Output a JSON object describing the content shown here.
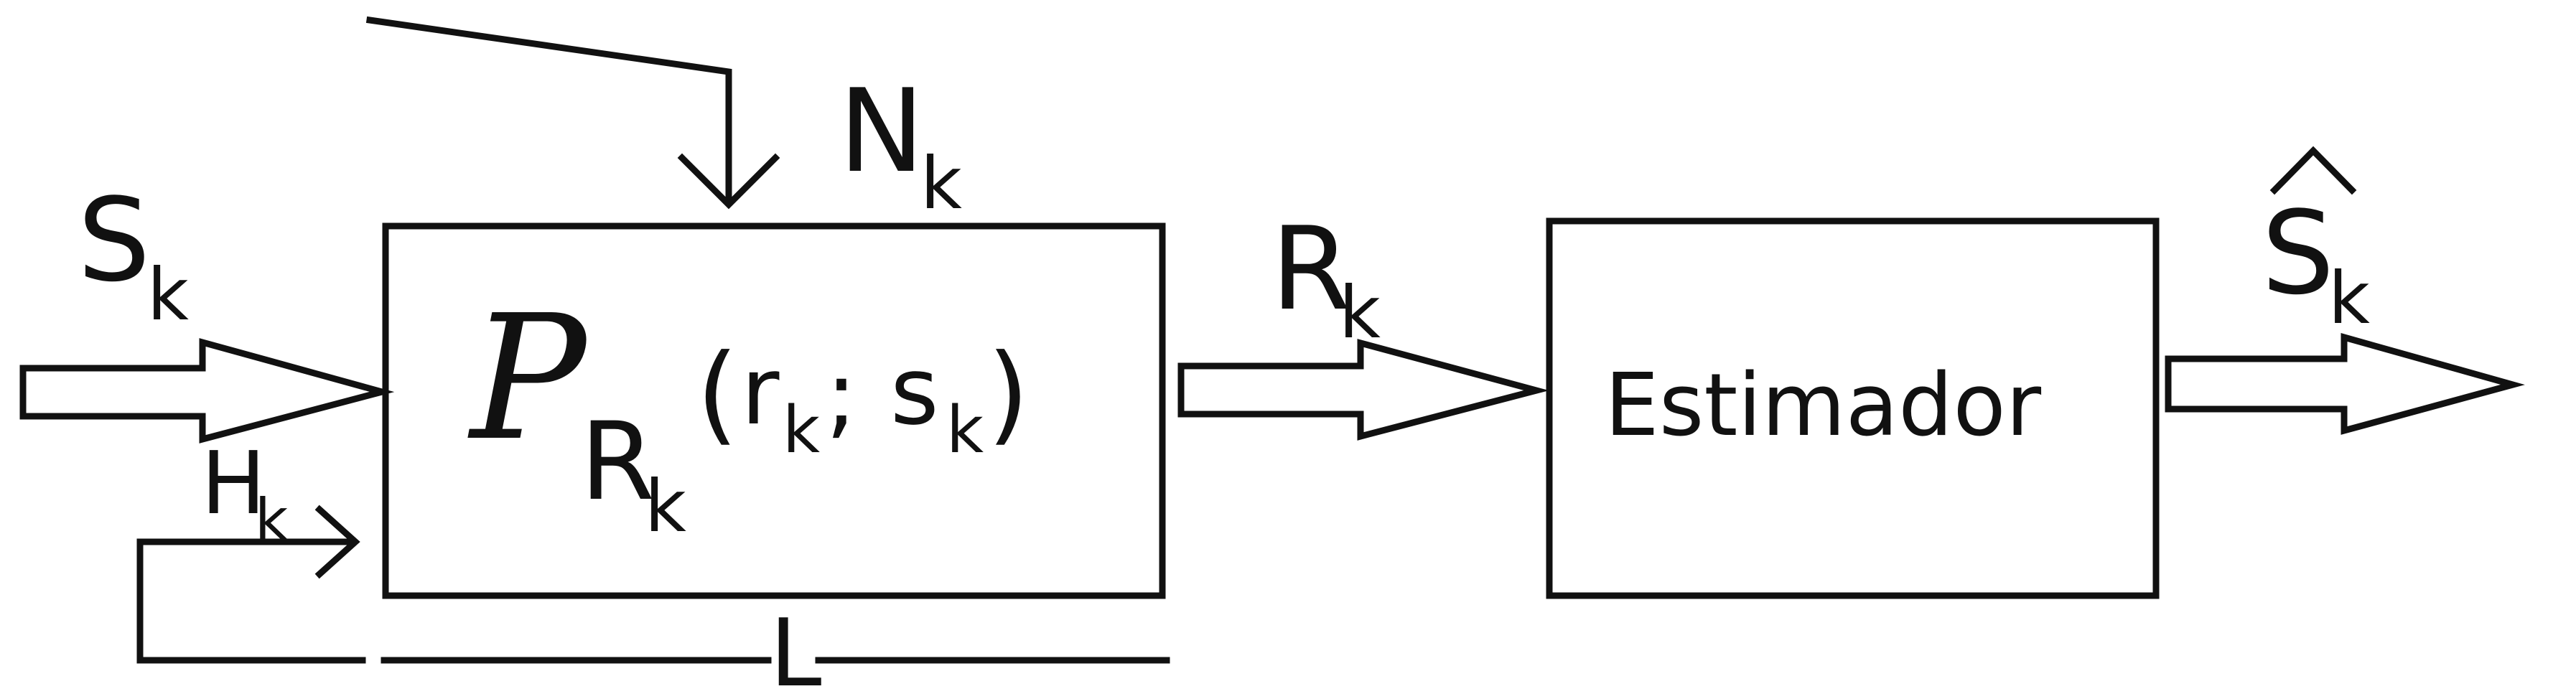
{
  "diagram": {
    "input_label": {
      "main": "S",
      "sub": "k"
    },
    "noise_label": {
      "main": "N",
      "sub": "k"
    },
    "channel_label": {
      "main": "H",
      "sub": "k"
    },
    "length_label": "L",
    "channel_block": {
      "script_symbol": "P",
      "r_main": "R",
      "r_sub": "k",
      "open_paren": "(",
      "arg1_main": "r",
      "arg1_sub": "k",
      "separator": ";",
      "arg2_main": "s",
      "arg2_sub": "k",
      "close_paren": ")"
    },
    "output_label": {
      "main": "R",
      "sub": "k"
    },
    "estimator_label": "Estimador",
    "estimate_label": {
      "hat": "^",
      "main": "S",
      "sub": "k"
    }
  }
}
